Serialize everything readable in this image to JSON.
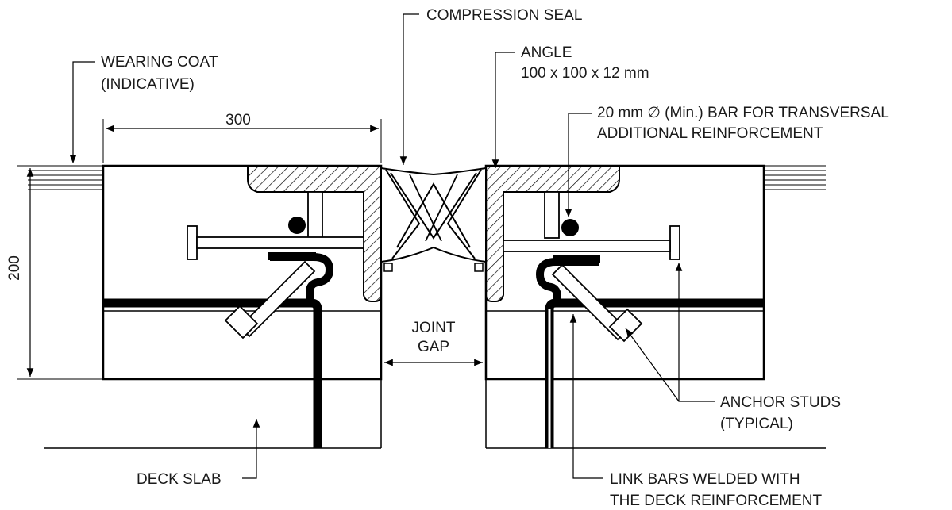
{
  "labels": {
    "compression_seal": "COMPRESSION SEAL",
    "angle": "ANGLE",
    "angle_size": "100 x 100 x 12 mm",
    "wearing_coat": "WEARING COAT",
    "wearing_coat_note": "(INDICATIVE)",
    "bar_line1": "20 mm ∅ (Min.) BAR FOR TRANSVERSAL",
    "bar_line2": "ADDITIONAL REINFORCEMENT",
    "dim_width": "300",
    "dim_height": "200",
    "joint_gap_1": "JOINT",
    "joint_gap_2": "GAP",
    "anchor_studs": "ANCHOR STUDS",
    "anchor_studs_note": "(TYPICAL)",
    "deck_slab": "DECK SLAB",
    "link_bars_1": "LINK BARS WELDED WITH",
    "link_bars_2": "THE DECK REINFORCEMENT"
  }
}
